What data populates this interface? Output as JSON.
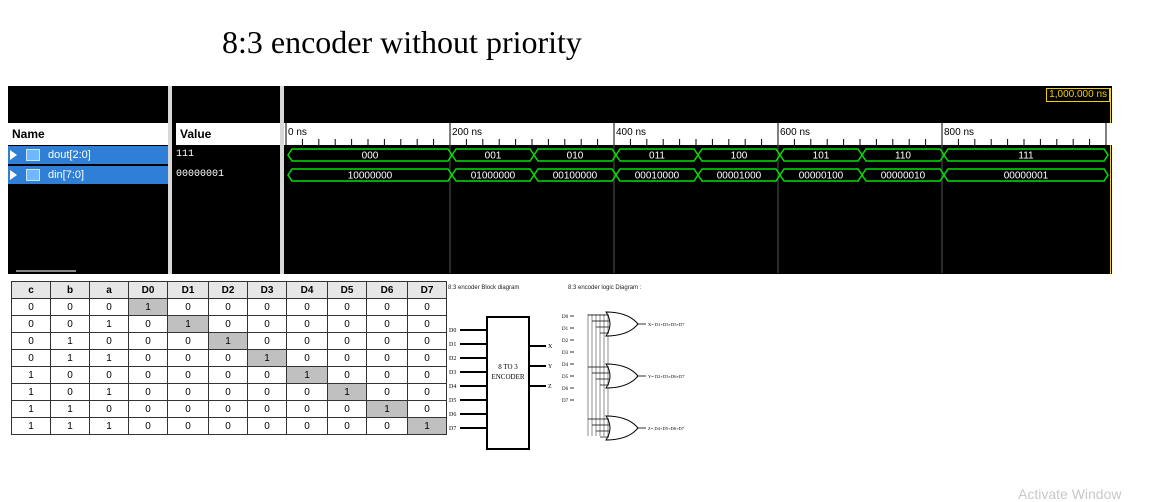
{
  "title": "8:3 encoder without priority",
  "simulator": {
    "name_header": "Name",
    "value_header": "Value",
    "cursor_time": "1,000.000 ns",
    "ticks": [
      "0 ns",
      "200 ns",
      "400 ns",
      "600 ns",
      "800 ns"
    ],
    "signals": [
      {
        "name": "dout[2:0]",
        "value": "111",
        "segments": [
          "000",
          "001",
          "010",
          "011",
          "100",
          "101",
          "110",
          "111"
        ]
      },
      {
        "name": "din[7:0]",
        "value": "00000001",
        "segments": [
          "10000000",
          "01000000",
          "00100000",
          "00010000",
          "00001000",
          "00000100",
          "00000010",
          "00000001"
        ]
      }
    ],
    "colors": {
      "bus": "#00e000",
      "selection": "#2f7fd6",
      "cursor": "#f2d200"
    }
  },
  "truth_table": {
    "headers": [
      "c",
      "b",
      "a",
      "D0",
      "D1",
      "D2",
      "D3",
      "D4",
      "D5",
      "D6",
      "D7"
    ],
    "rows": [
      [
        "0",
        "0",
        "0",
        "1",
        "0",
        "0",
        "0",
        "0",
        "0",
        "0",
        "0"
      ],
      [
        "0",
        "0",
        "1",
        "0",
        "1",
        "0",
        "0",
        "0",
        "0",
        "0",
        "0"
      ],
      [
        "0",
        "1",
        "0",
        "0",
        "0",
        "1",
        "0",
        "0",
        "0",
        "0",
        "0"
      ],
      [
        "0",
        "1",
        "1",
        "0",
        "0",
        "0",
        "1",
        "0",
        "0",
        "0",
        "0"
      ],
      [
        "1",
        "0",
        "0",
        "0",
        "0",
        "0",
        "0",
        "1",
        "0",
        "0",
        "0"
      ],
      [
        "1",
        "0",
        "1",
        "0",
        "0",
        "0",
        "0",
        "0",
        "1",
        "0",
        "0"
      ],
      [
        "1",
        "1",
        "0",
        "0",
        "0",
        "0",
        "0",
        "0",
        "0",
        "1",
        "0"
      ],
      [
        "1",
        "1",
        "1",
        "0",
        "0",
        "0",
        "0",
        "0",
        "0",
        "0",
        "1"
      ]
    ]
  },
  "block_diagram": {
    "caption": "8:3 encoder Block diagram",
    "box_label_1": "8 TO 3",
    "box_label_2": "ENCODER",
    "inputs": [
      "D0",
      "D1",
      "D2",
      "D3",
      "D4",
      "D5",
      "D6",
      "D7"
    ],
    "outputs": [
      "X",
      "Y",
      "Z"
    ]
  },
  "logic_diagram": {
    "caption": "8:3 encoder logic Diagram :",
    "outputs": [
      "X= D1+D3+D5+D7",
      "Y= D2+D3+D6+D7",
      "Z= D4+D5+D6+D7"
    ]
  },
  "watermark": "Activate Window"
}
